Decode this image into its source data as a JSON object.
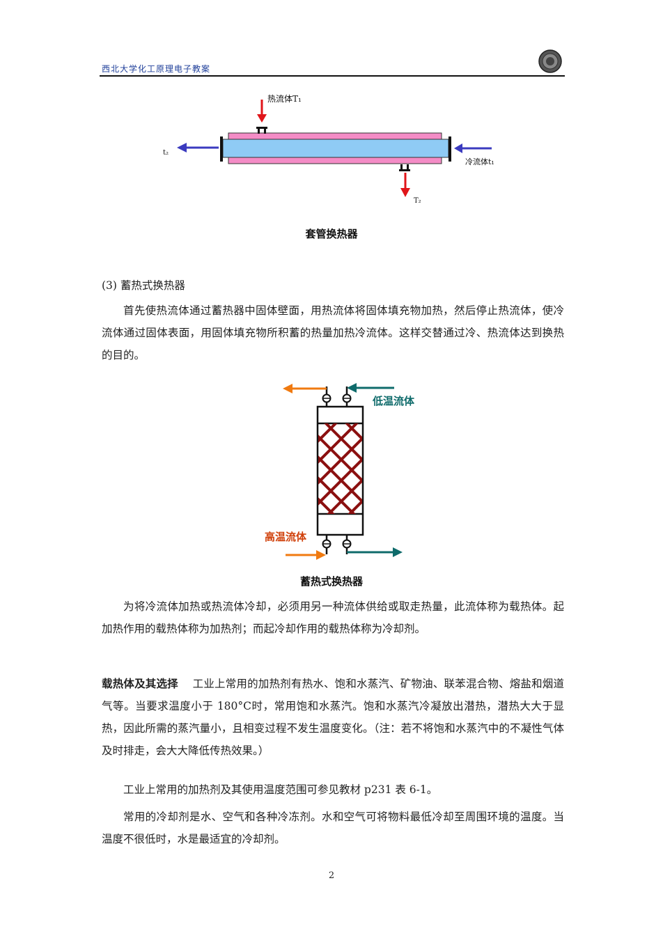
{
  "header": {
    "title": "西北大学化工原理电子教案"
  },
  "figure1": {
    "label_hot_in": "热流体T₁",
    "label_cold_out": "t₂",
    "label_cold_in": "冷流体t₁",
    "label_hot_out": "T₂",
    "caption": "套管换热器",
    "colors": {
      "hot": "#e0151a",
      "cold": "#3b3bbf",
      "shell": "#f48cc6",
      "tube": "#8fcbf5"
    }
  },
  "section3": {
    "heading": "(3)  蓄热式换热器",
    "paragraph": "首先使热流体通过蓄热器中固体壁面，用热流体将固体填充物加热，然后停止热流体，使冷流体通过固体表面，用固体填充物所积蓄的热量加热冷流体。这样交替通过冷、热流体达到换热的目的。"
  },
  "figure2": {
    "label_low_temp": "低温流体",
    "label_high_temp": "高温流体",
    "caption": "蓄热式换热器",
    "colors": {
      "hot": "#f07a10",
      "cold": "#0f6b6b",
      "packing": "#8b1010",
      "high_label": "#d0400a"
    }
  },
  "body": {
    "paragraph1": "为将冷流体加热或热流体冷却，必须用另一种流体供给或取走热量，此流体称为载热体。起加热作用的载热体称为加热剂；而起冷却作用的载热体称为冷却剂。",
    "heading_bold": "载热体及其选择",
    "paragraph2": "工业上常用的加热剂有热水、饱和水蒸汽、矿物油、联苯混合物、熔盐和烟道气等。当要求温度小于 180°C时，常用饱和水蒸汽。饱和水蒸汽冷凝放出潜热，潜热大大于显热，因此所需的蒸汽量小，且相变过程不发生温度变化。（注：若不将饱和水蒸汽中的不凝性气体及时排走，会大大降低传热效果。）",
    "paragraph3": "工业上常用的加热剂及其使用温度范围可参见教材 p231 表 6-1。",
    "paragraph4": "常用的冷却剂是水、空气和各种冷冻剂。水和空气可将物料最低冷却至周围环境的温度。当温度不很低时，水是最适宜的冷却剂。"
  },
  "page_number": "2"
}
